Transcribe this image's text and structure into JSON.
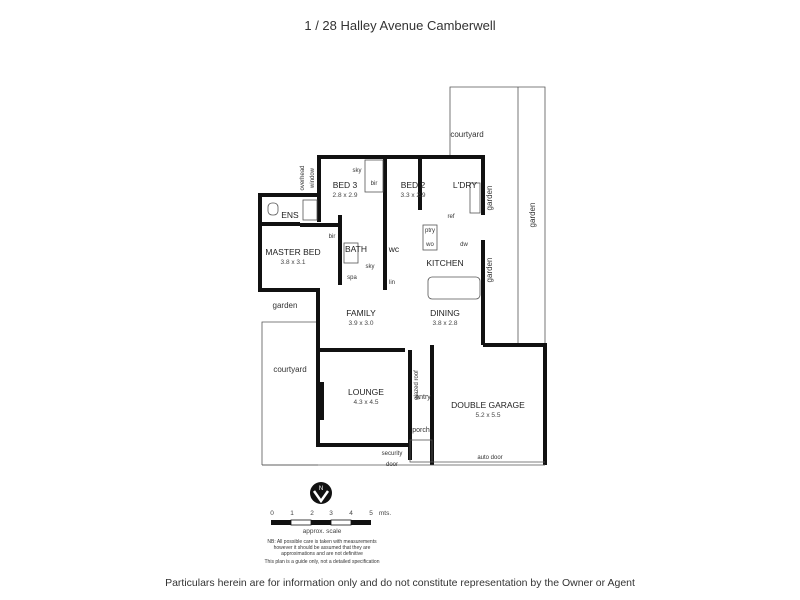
{
  "title": "1 / 28 Halley Avenue Camberwell",
  "rooms": {
    "bed3": {
      "name": "BED 3",
      "dims": "2.8 x 2.9"
    },
    "bed2": {
      "name": "BED 2",
      "dims": "3.3 x 2.9"
    },
    "laundry": {
      "name": "L'DRY"
    },
    "ensuite": {
      "name": "ENS"
    },
    "master": {
      "name": "MASTER BED",
      "dims": "3.8 x 3.1"
    },
    "bath": {
      "name": "BATH"
    },
    "wc": {
      "name": "wc"
    },
    "kitchen": {
      "name": "KITCHEN"
    },
    "family": {
      "name": "FAMILY",
      "dims": "3.9 x 3.0"
    },
    "dining": {
      "name": "DINING",
      "dims": "3.8 x 2.8"
    },
    "lounge": {
      "name": "LOUNGE",
      "dims": "4.3 x 4.5"
    },
    "garage": {
      "name": "DOUBLE GARAGE",
      "dims": "5.2 x 5.5"
    },
    "entry": {
      "name": "entry"
    },
    "porch": {
      "name": "porch"
    }
  },
  "labels": {
    "courtyard_top": "courtyard",
    "courtyard_left": "courtyard",
    "garden_right": "garden",
    "garden_laundry": "garden",
    "garden_kitchen": "garden",
    "garden_left": "garden",
    "overhead_window_1": "overhead",
    "overhead_window_2": "window",
    "sky1": "sky",
    "sky2": "sky",
    "bir1": "bir",
    "bir2": "bir",
    "ref": "ref",
    "ptry": "ptry",
    "wo": "wo",
    "dw": "dw",
    "spa": "spa",
    "lin": "lin",
    "glazed_roof": "glazed roof",
    "security_door_1": "security",
    "security_door_2": "door",
    "auto_door": "auto door"
  },
  "scale": {
    "ticks": [
      "0",
      "1",
      "2",
      "3",
      "4",
      "5"
    ],
    "unit": "mts.",
    "caption": "approx. scale",
    "north": "N"
  },
  "notes": [
    "NB:  All possible care is taken with measurements",
    "however it should be assumed that they are",
    "approximations and are not definitive",
    "This plan is a guide only, not a detailed specification"
  ],
  "footer": "Particulars herein are for information only and do not constitute representation by the Owner or Agent"
}
